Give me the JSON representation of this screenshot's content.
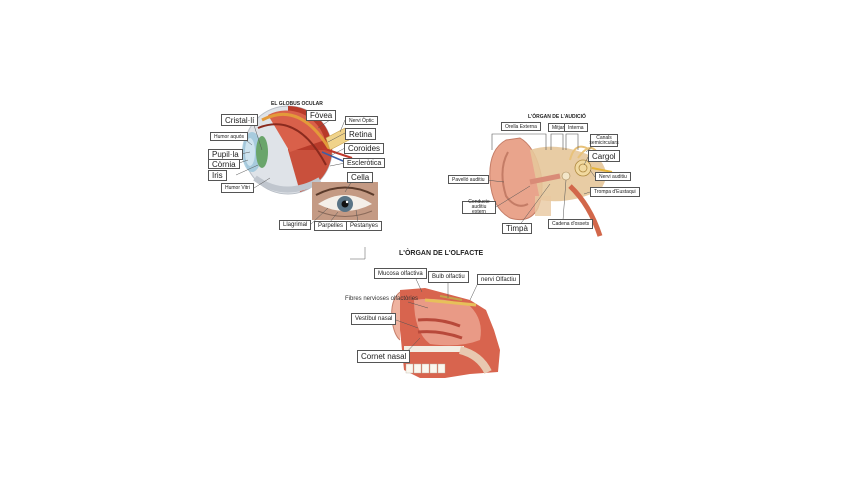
{
  "eye": {
    "title": "EL GLOBUS OCULAR",
    "labels": {
      "cristall": "Cristal·lí",
      "fovea": "Fòvea",
      "nervi_optic": "Nervi Òptic",
      "humor_aquos": "Humor aquós",
      "retina": "Retina",
      "coroides": "Coroides",
      "pupil": "Pupil·la",
      "cornia": "Còrnia",
      "esclerotica": "Escleròtica",
      "iris": "Iris",
      "cella": "Cella",
      "humor_vitri": "Humor Vitri",
      "llagrimal": "Llagrimal",
      "parpelles": "Parpelles",
      "pestanyes": "Pestanyes"
    }
  },
  "ear": {
    "title": "L'ÒRGAN DE L'AUDICIÓ",
    "labels": {
      "orella_externa": "Orella Externa",
      "mitjana": "Mitjana",
      "interna": "Interna",
      "canals_semicirculars": "Canals semicirculars",
      "cargol": "Cargol",
      "pavello": "Pavelló auditiu",
      "nervi_auditiu": "Nervi auditiu",
      "trompa": "Trompa d'Eustaqui",
      "conducte": "Conducte auditiu extern",
      "cadena": "Cadena d'ossets",
      "timpa": "Timpà"
    }
  },
  "nose": {
    "title": "L'ÒRGAN DE L'OLFACTE",
    "labels": {
      "mucosa": "Mucosa olfactiva",
      "bulb": "Bulb olfactiu",
      "nervi_olfactiu": "nervi Olfactiu",
      "fibres": "Fibres nervioses olfactòries",
      "vestibul": "Vestíbul nasal",
      "cornet": "Cornet nasal"
    }
  }
}
